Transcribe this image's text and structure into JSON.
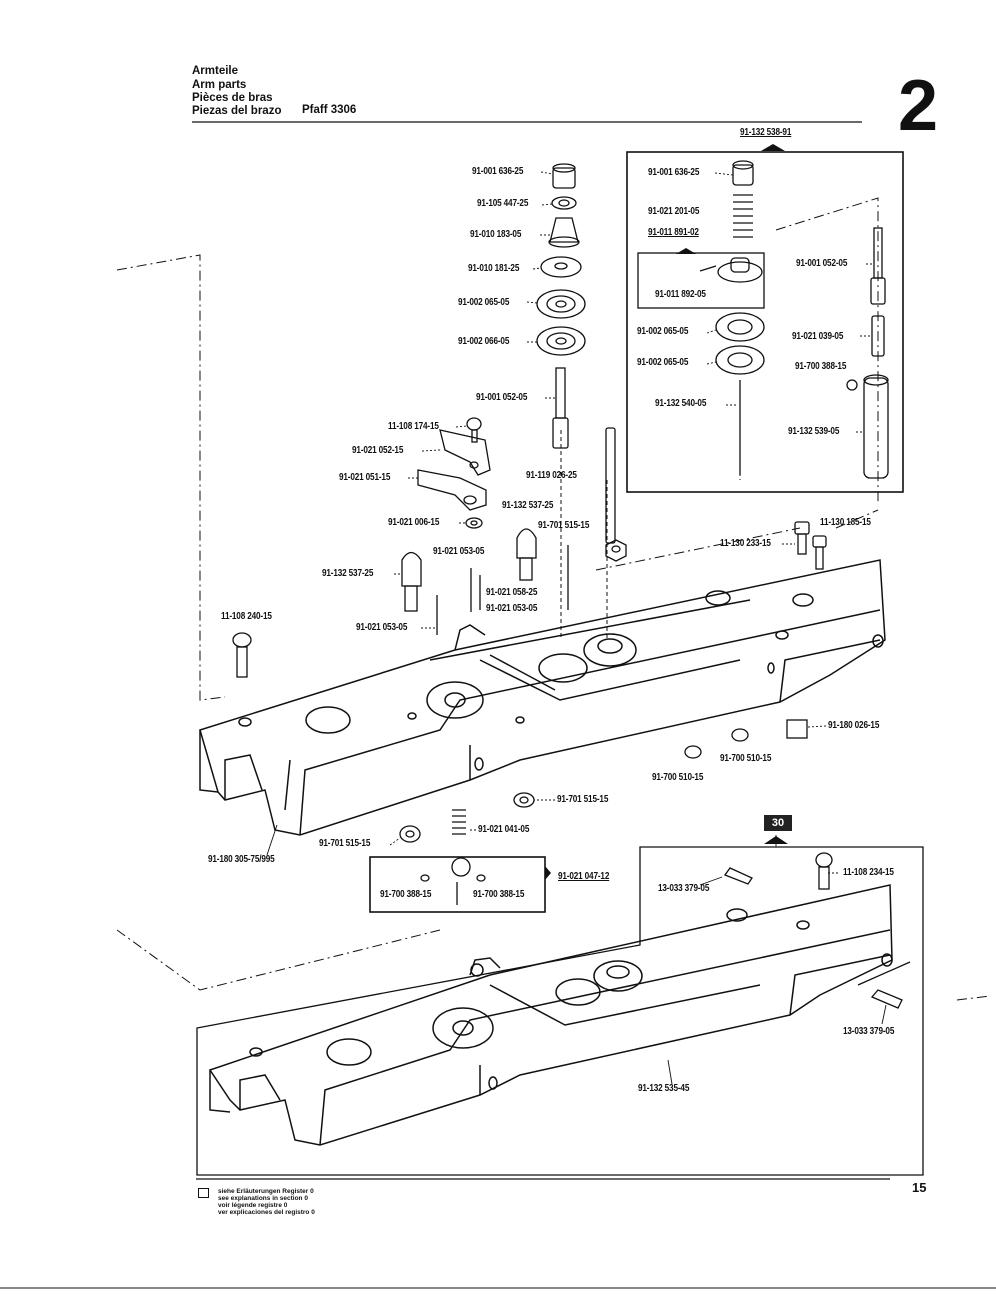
{
  "header": {
    "line1": "Armteile",
    "line2": "Arm parts",
    "line3": "Pièces de bras",
    "line4": "Piezas del brazo",
    "model": "Pfaff 3306"
  },
  "section_number": "2",
  "badge": "30",
  "page_number": "15",
  "footnote": [
    "siehe Erläuterungen Register 0",
    "see explanations in section 0",
    "voir légende registre 0",
    "ver explicaciones del registro 0"
  ],
  "parts": {
    "p1": "91-132 538-91",
    "p2": "91-001 636-25",
    "p3": "91-105 447-25",
    "p4": "91-010 183-05",
    "p5": "91-010 181-25",
    "p6": "91-002 065-05",
    "p7": "91-002 066-05",
    "p8": "91-001 052-05",
    "p9": "11-108 174-15",
    "p10": "91-021 052-15",
    "p11": "91-021 051-15",
    "p12": "91-119 026-25",
    "p13": "91-132 537-25",
    "p14": "91-021 006-15",
    "p15": "91-701 515-15",
    "p16": "91-021 053-05",
    "p17": "91-132 537-25",
    "p18": "91-021 058-25",
    "p19": "91-021 053-05",
    "p20": "11-108 240-15",
    "p21": "91-021 053-05",
    "p22": "91-001 636-25",
    "p23": "91-021 201-05",
    "p24": "91-011 891-02",
    "p25": "91-011 892-05",
    "p26": "91-001 052-05",
    "p27": "91-002 065-05",
    "p28": "91-021 039-05",
    "p29": "91-002 065-05",
    "p30": "91-700 388-15",
    "p31": "91-132 540-05",
    "p32": "91-132 539-05",
    "p33": "11-130 185-15",
    "p34": "11-130 233-15",
    "p35": "91-180 026-15",
    "p36": "91-700 510-15",
    "p37": "91-700 510-15",
    "p38": "91-701 515-15",
    "p39": "91-021 041-05",
    "p40": "91-180 305-75/995",
    "p41": "91-701 515-15",
    "p42": "91-021 047-12",
    "p43": "91-700 388-15",
    "p44": "91-700 388-15",
    "p45": "13-033 379-05",
    "p46": "11-108 234-15",
    "p47": "13-033 379-05",
    "p48": "91-132 535-45"
  }
}
